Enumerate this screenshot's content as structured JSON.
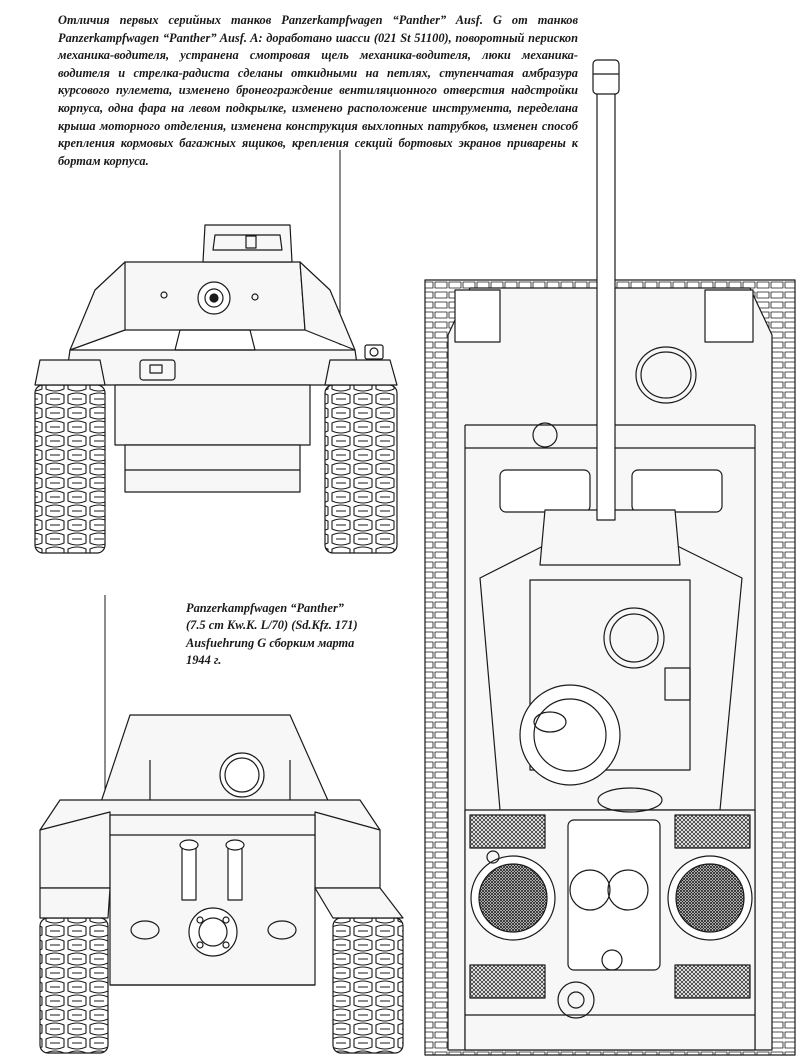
{
  "caption": {
    "text": "Отличия первых серийных танков Panzerkampfwagen “Panther” Ausf. G от танков Panzerkampfwagen “Panther” Ausf. A: доработано шасси (021 St 51100), поворотный перископ механика-водителя, устранена смотровая щель механика-водителя, люки механика-водителя и стрелка-радиста сделаны откидными на петлях, ступенчатая амбразура курсового пулемета, изменено бронеограждение вентиляционного отверстия надстройки корпуса, одна фара на левом подкрылке, изменено расположение инструмента, переделана крыша моторного отделения, изменена конструкция выхлопных патрубков, изменен способ крепления кормовых багажных ящиков, крепления секций бортовых экранов приварены к бортам корпуса."
  },
  "plate_title": {
    "line1": "Panzerkampfwagen “Panther”",
    "line2": "(7.5 cm Kw.K. L/70) (Sd.Kfz. 171)",
    "line3": "Ausfuehrung G сборким марта",
    "line4": "1944 г."
  },
  "colors": {
    "ink": "#1a1a1a",
    "paper": "#ffffff",
    "hull_fill": "#f7f7f7",
    "mesh": "#333333"
  }
}
